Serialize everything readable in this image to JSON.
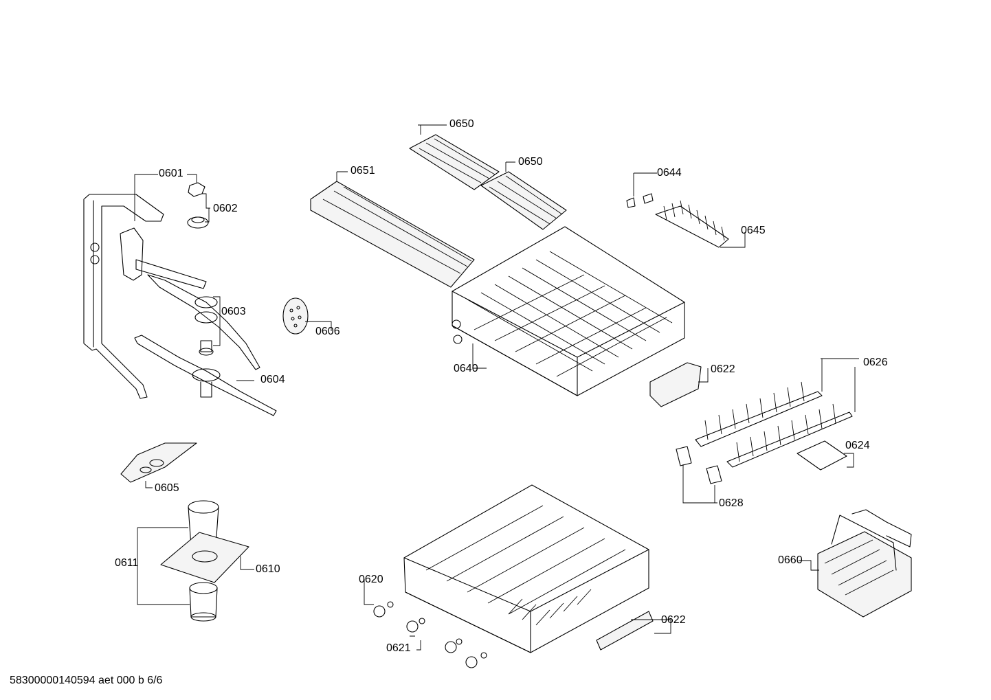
{
  "callouts": [
    {
      "id": "0601",
      "label": "0601"
    },
    {
      "id": "0602",
      "label": "0602"
    },
    {
      "id": "0603",
      "label": "0603"
    },
    {
      "id": "0604",
      "label": "0604"
    },
    {
      "id": "0605",
      "label": "0605"
    },
    {
      "id": "0606",
      "label": "0606"
    },
    {
      "id": "0610",
      "label": "0610"
    },
    {
      "id": "0611",
      "label": "0611"
    },
    {
      "id": "0620",
      "label": "0620"
    },
    {
      "id": "0621",
      "label": "0621"
    },
    {
      "id": "0622a",
      "label": "0622"
    },
    {
      "id": "0622b",
      "label": "0622"
    },
    {
      "id": "0624",
      "label": "0624"
    },
    {
      "id": "0626",
      "label": "0626"
    },
    {
      "id": "0628",
      "label": "0628"
    },
    {
      "id": "0640",
      "label": "0640"
    },
    {
      "id": "0644",
      "label": "0644"
    },
    {
      "id": "0645",
      "label": "0645"
    },
    {
      "id": "0650a",
      "label": "0650"
    },
    {
      "id": "0650b",
      "label": "0650"
    },
    {
      "id": "0651",
      "label": "0651"
    },
    {
      "id": "0660",
      "label": "0660"
    }
  ],
  "footer": {
    "document_code": "58300000140594 aet 000 b 6/6"
  }
}
